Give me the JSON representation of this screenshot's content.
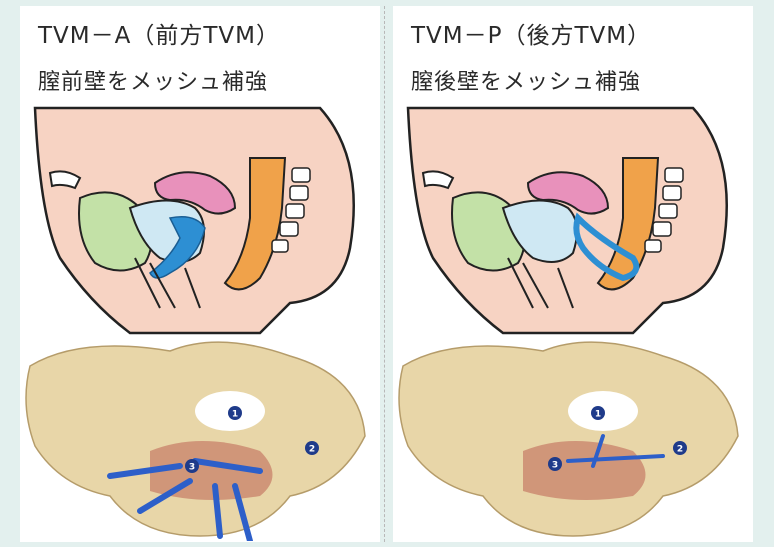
{
  "panels": [
    {
      "title": "TVM－A（前方TVM）",
      "subtitle": "膣前壁をメッシュ補強"
    },
    {
      "title": "TVM－P（後方TVM）",
      "subtitle": "膣後壁をメッシュ補強"
    }
  ],
  "markers": [
    "1",
    "2",
    "3"
  ],
  "colors": {
    "background": "#e3f0ee",
    "skin": "#f7d3c3",
    "bladder": "#c3e1a7",
    "vagina_mesh": "#2d8fd3",
    "uterus": "#e891bb",
    "rectum": "#f0a24a",
    "bone": "#e8d6a8"
  }
}
